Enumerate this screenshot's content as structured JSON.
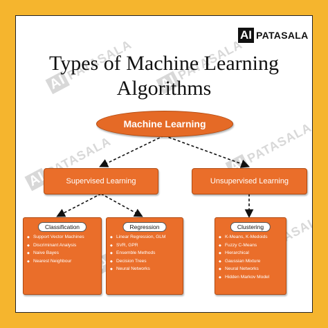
{
  "logo": {
    "mark": "AI",
    "name": "PATASALA"
  },
  "watermark": {
    "mark": "AI",
    "text": "PATASALA"
  },
  "title": {
    "line1": "Types of Machine Learning",
    "line2": "Algorithms"
  },
  "root": "Machine Learning",
  "branches": {
    "supervised": "Supervised Learning",
    "unsupervised": "Unsupervised Learning"
  },
  "groups": {
    "classification": {
      "label": "Classification",
      "items": [
        "Support Vector Machines",
        "Discriminant Analysis",
        "Naive Bayes",
        "Nearest Neighbour"
      ]
    },
    "regression": {
      "label": "Regression",
      "items": [
        "Linear Regression, GLM",
        "SVR, GPR",
        "Ensemble Methods",
        "Decision Trees",
        "Neural Networks"
      ]
    },
    "clustering": {
      "label": "Clustering",
      "items": [
        "K-Means, K-Medoids",
        "Fuzzy C-Means",
        "Hierarchical",
        "Gaussian Mixture",
        "Neural Networks",
        "Hidden Markov Model"
      ]
    }
  },
  "colors": {
    "background": "#F5B52E",
    "node": "#EA6E2A",
    "border": "#B04A10"
  }
}
